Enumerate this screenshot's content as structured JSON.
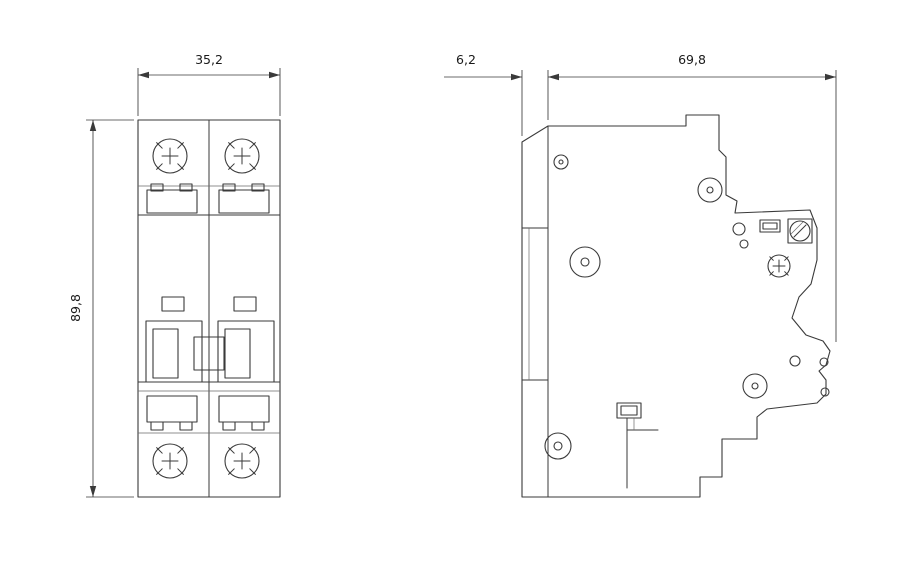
{
  "drawing": {
    "type": "technical-dimension-drawing",
    "subject": "2-pole miniature circuit breaker, front and side views",
    "dimensions": {
      "front_width_mm": "35,2",
      "front_height_mm": "89,8",
      "side_rail_depth_mm": "6,2",
      "side_depth_mm": "69,8"
    }
  }
}
